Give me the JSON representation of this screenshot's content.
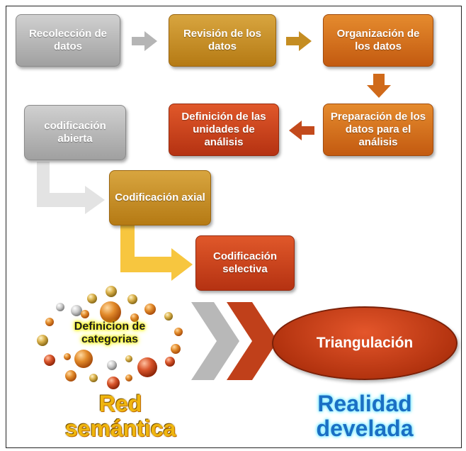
{
  "flow": {
    "recoleccion": "Recolección de datos",
    "revision": "Revisión de los datos",
    "organizacion": "Organización de los datos",
    "preparacion": "Preparación de los datos para el análisis",
    "definicion_unidades": "Definición de las unidades de análisis"
  },
  "coding": {
    "abierta": "codificación abierta",
    "axial": "Codificación axial",
    "selectiva": "Codificación selectiva"
  },
  "bottom": {
    "categorias": "Definicion de categorias",
    "triangulacion": "Triangulación",
    "red_semantica": "Red semántica",
    "realidad_develada": "Realidad develada"
  },
  "colors": {
    "gray": "#b4b4b4",
    "gold": "#c58d22",
    "orange": "#d3701c",
    "red": "#c9451e",
    "light_gray_arrow": "#e3e3e3",
    "yellow_arrow": "#f7c63f",
    "text_gold": "#efb60f",
    "text_blue": "#1b6fc4"
  }
}
